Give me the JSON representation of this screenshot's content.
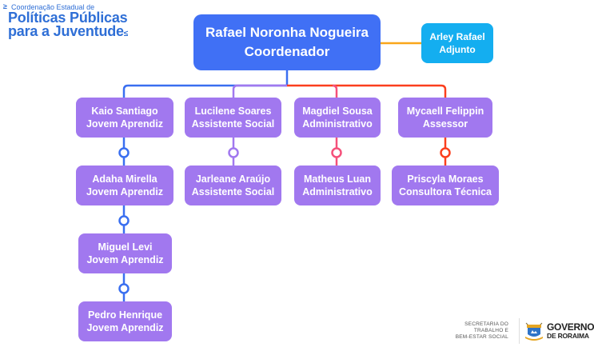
{
  "logo": {
    "subtitle": "Coordenação Estadual de",
    "line1": "Políticas Públicas",
    "line2": "para a Juventude",
    "color": "#2f6fd6"
  },
  "chart": {
    "root": {
      "name": "Rafael Noronha Nogueira",
      "role": "Coordenador",
      "color": "#4070f5"
    },
    "adjunct": {
      "name": "Arley Rafael",
      "role": "Adjunto",
      "color": "#14aef0",
      "link_color": "#f9a61a"
    },
    "node_color": "#a178ef",
    "branches": [
      {
        "color": "#3a6ff0",
        "members": [
          {
            "name": "Kaio Santiago",
            "role": "Jovem Aprendiz"
          },
          {
            "name": "Adaha Mirella",
            "role": "Jovem Aprendiz"
          },
          {
            "name": "Miguel Levi",
            "role": "Jovem Aprendiz"
          },
          {
            "name": "Pedro Henrique",
            "role": "Jovem Aprendiz"
          }
        ]
      },
      {
        "color": "#a178ef",
        "members": [
          {
            "name": "Lucilene Soares",
            "role": "Assistente Social"
          },
          {
            "name": "Jarleane Araújo",
            "role": "Assistente Social"
          }
        ]
      },
      {
        "color": "#f5507a",
        "members": [
          {
            "name": "Magdiel Sousa",
            "role": "Administrativo"
          },
          {
            "name": "Matheus Luan",
            "role": "Administrativo"
          }
        ]
      },
      {
        "color": "#fb3f1e",
        "members": [
          {
            "name": "Mycaell Felippin",
            "role": "Assessor"
          },
          {
            "name": "Priscyla Moraes",
            "role": "Consultora Técnica"
          }
        ]
      }
    ]
  },
  "footer": {
    "secretaria": [
      "SECRETARIA DO",
      "TRABALHO E",
      "BEM-ESTAR SOCIAL"
    ],
    "governo_line1": "GOVERNO",
    "governo_line2": "DE RORAIMA"
  }
}
